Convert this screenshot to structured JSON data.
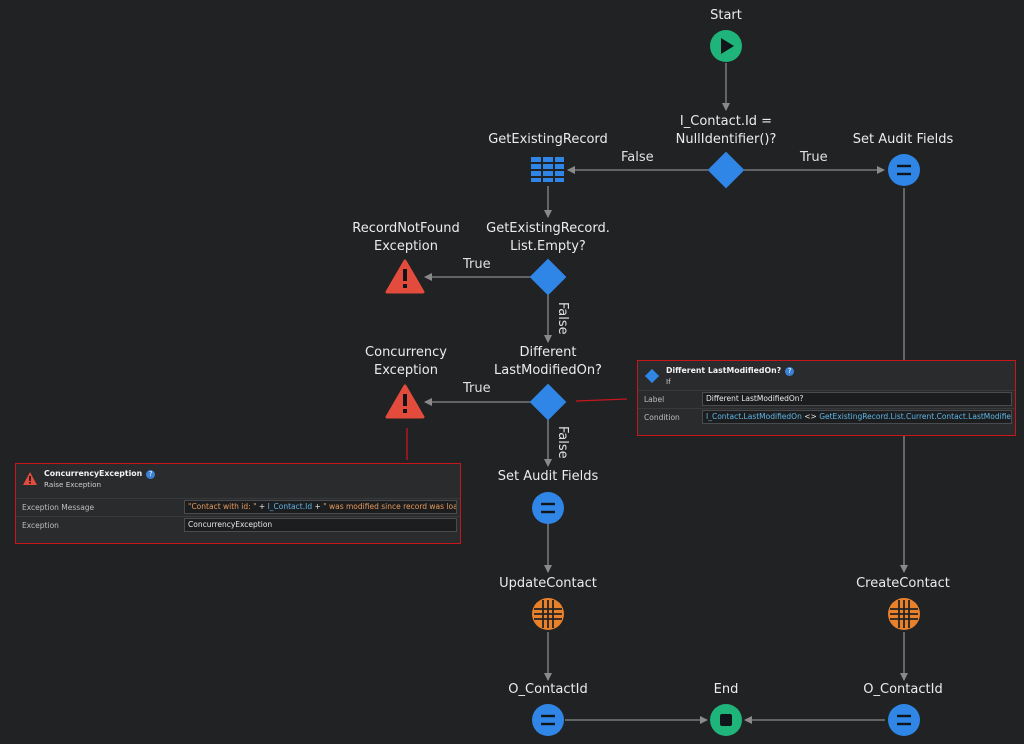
{
  "nodes": {
    "start": "Start",
    "if_contact_id": "I_Contact.Id =\nNullIdentifier()?",
    "get_existing_record": "GetExistingRecord",
    "set_audit_fields_top": "Set Audit Fields",
    "if_list_empty": "GetExistingRecord.\nList.Empty?",
    "record_not_found": "RecordNotFound\nException",
    "if_different_lmo": "Different\nLastModifiedOn?",
    "concurrency_exception": "Concurrency\nException",
    "set_audit_fields_mid": "Set Audit Fields",
    "update_contact": "UpdateContact",
    "create_contact": "CreateContact",
    "o_contactid_left": "O_ContactId",
    "end": "End",
    "o_contactid_right": "O_ContactId"
  },
  "edges": {
    "false_1": "False",
    "true_1": "True",
    "true_2": "True",
    "false_2": "False",
    "true_3": "True",
    "false_3": "False"
  },
  "if_panel": {
    "title": "Different LastModifiedOn?",
    "subtitle": "If",
    "help": "?",
    "label_key": "Label",
    "label_value": "Different LastModifiedOn?",
    "condition_key": "Condition",
    "condition_parts": {
      "a": "I_Contact",
      "b": ".",
      "c": "LastModifiedOn",
      "op": " <> ",
      "d": "GetExistingRecord.List.Current.Contact.LastModifiedOn"
    }
  },
  "exception_panel": {
    "title": "ConcurrencyException",
    "subtitle": "Raise Exception",
    "help": "?",
    "message_key": "Exception Message",
    "message_parts": {
      "s1": "\"Contact with id: \"",
      "p1": " + ",
      "v1": "I_Contact.Id",
      "p2": " + ",
      "s2": "\" was modified since record was loaded\""
    },
    "exception_key": "Exception",
    "exception_value": "ConcurrencyException"
  },
  "colors": {
    "background": "#212224",
    "connector": "#8a8a8a",
    "start_end": "#1fb47a",
    "decision": "#2f86e6",
    "assign": "#2f86e6",
    "aggregate": "#2f86e6",
    "entity_action": "#e9812b",
    "exception": "#e34b3d",
    "highlight": "#c8161d"
  }
}
